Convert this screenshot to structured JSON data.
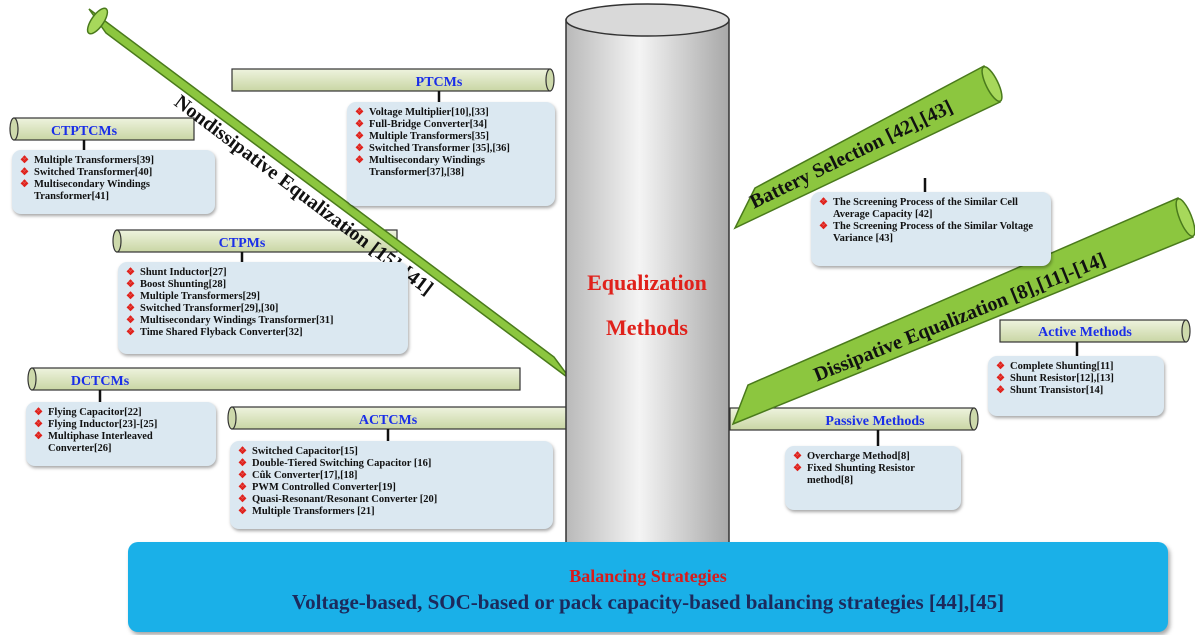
{
  "center": {
    "line1": "Equalization",
    "line2": "Methods"
  },
  "diagonals": {
    "nondissipative": "Nondissipative Equalization [15]-[41]",
    "battery": "Battery Selection [42],[43]",
    "dissipative": "Dissipative Equalization [8],[11]-[14]"
  },
  "branches": {
    "ptcms": {
      "title": "PTCMs",
      "items": [
        "Voltage Multiplier[10],[33]",
        "Full-Bridge Converter[34]",
        "Multiple Transformers[35]",
        "Switched Transformer [35],[36]",
        "Multisecondary Windings Transformer[37],[38]"
      ]
    },
    "ctptcms": {
      "title": "CTPTCMs",
      "items": [
        "Multiple Transformers[39]",
        "Switched Transformer[40]",
        "Multisecondary Windings Transformer[41]"
      ]
    },
    "ctpms": {
      "title": "CTPMs",
      "items": [
        "Shunt Inductor[27]",
        "Boost Shunting[28]",
        "Multiple Transformers[29]",
        "Switched Transformer[29],[30]",
        "Multisecondary Windings Transformer[31]",
        "Time Shared Flyback Converter[32]"
      ]
    },
    "dctcms": {
      "title": "DCTCMs",
      "items": [
        "Flying Capacitor[22]",
        "Flying Inductor[23]-[25]",
        "Multiphase Interleaved Converter[26]"
      ]
    },
    "actcms": {
      "title": "ACTCMs",
      "items": [
        "Switched Capacitor[15]",
        "Double-Tiered Switching Capacitor [16]",
        "Cûk Converter[17],[18]",
        "PWM Controlled Converter[19]",
        "Quasi-Resonant/Resonant Converter [20]",
        "Multiple Transformers [21]"
      ]
    },
    "active": {
      "title": "Active Methods",
      "items": [
        "Complete Shunting[11]",
        "Shunt Resistor[12],[13]",
        "Shunt Transistor[14]"
      ]
    },
    "passive": {
      "title": "Passive Methods",
      "items": [
        "Overcharge Method[8]",
        "Fixed Shunting Resistor method[8]"
      ]
    }
  },
  "battery_items": [
    "The Screening Process of the Similar Cell Average Capacity [42]",
    "The Screening Process of the Similar Voltage Variance [43]"
  ],
  "bottom": {
    "title": "Balancing Strategies",
    "subtitle": "Voltage-based, SOC-based or pack capacity-based balancing strategies [44],[45]"
  },
  "colors": {
    "diagonal_fill": "#8cc63f",
    "diagonal_stroke": "#4a7a1c",
    "branch_fill": "#dfe8c7",
    "title_blue": "#1a2ee8",
    "accent_red": "#e0211b",
    "box_fill": "#dbe8f1",
    "bottom_fill": "#1ab0e8"
  }
}
